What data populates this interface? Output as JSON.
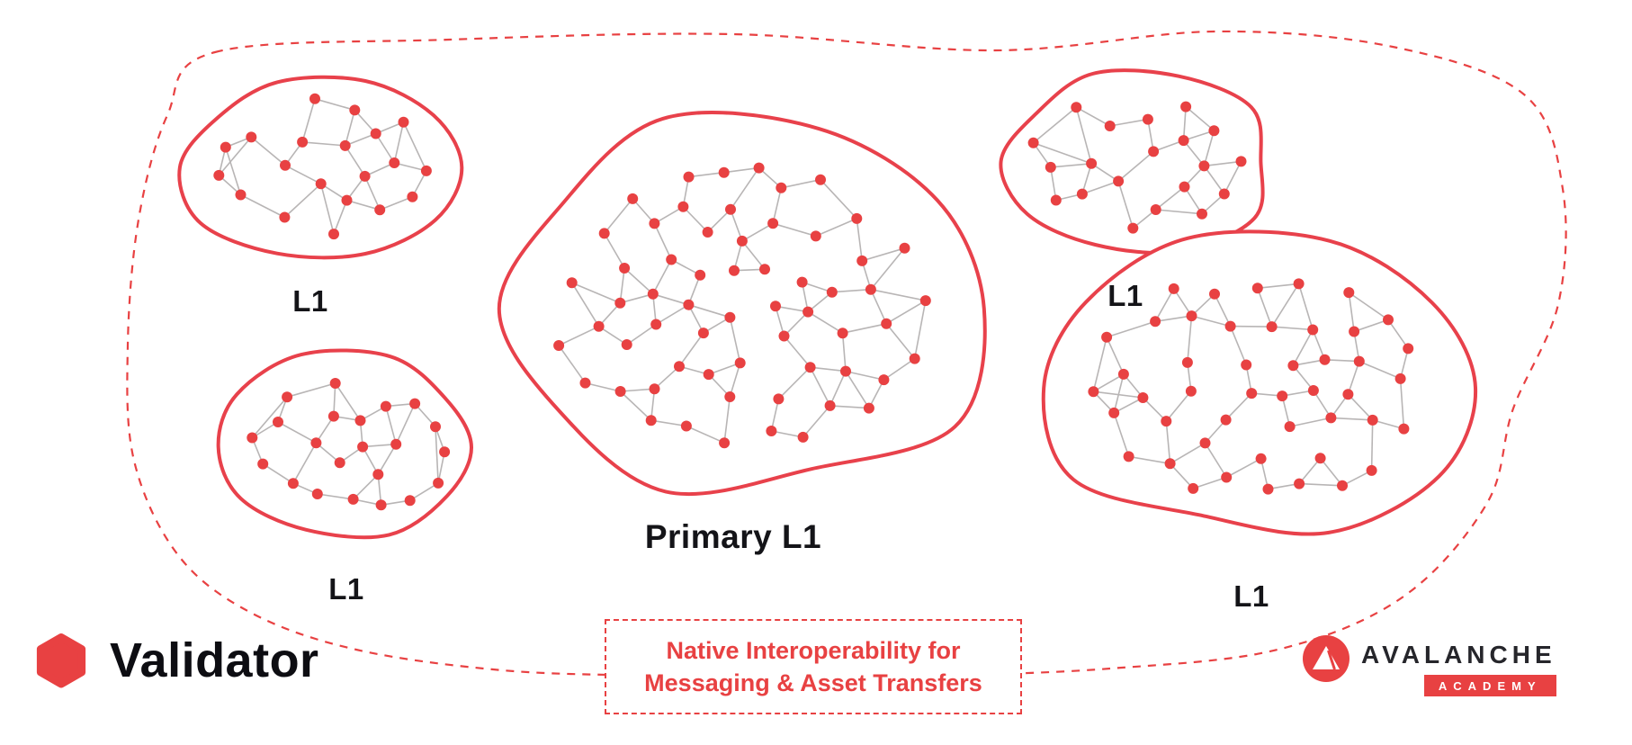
{
  "diagram": {
    "colors": {
      "node": "#E84142",
      "edge": "#B8B5B5",
      "cluster_outline": "#E8414B",
      "boundary": "#E84142",
      "label_text": "#141418"
    },
    "clusters": [
      {
        "id": "l1-top-left",
        "label": "L1",
        "node_count": 20
      },
      {
        "id": "l1-bottom-left",
        "label": "L1",
        "node_count": 22
      },
      {
        "id": "primary",
        "label": "Primary L1",
        "node_count": 60
      },
      {
        "id": "l1-top-right",
        "label": "L1",
        "node_count": 20
      },
      {
        "id": "l1-right",
        "label": "L1",
        "node_count": 46
      }
    ]
  },
  "legend": {
    "label": "Validator"
  },
  "callout": {
    "line1": "Native Interoperability for",
    "line2": "Messaging & Asset Transfers"
  },
  "logo": {
    "brand": "AVALANCHE",
    "sub": "ACADEMY"
  }
}
